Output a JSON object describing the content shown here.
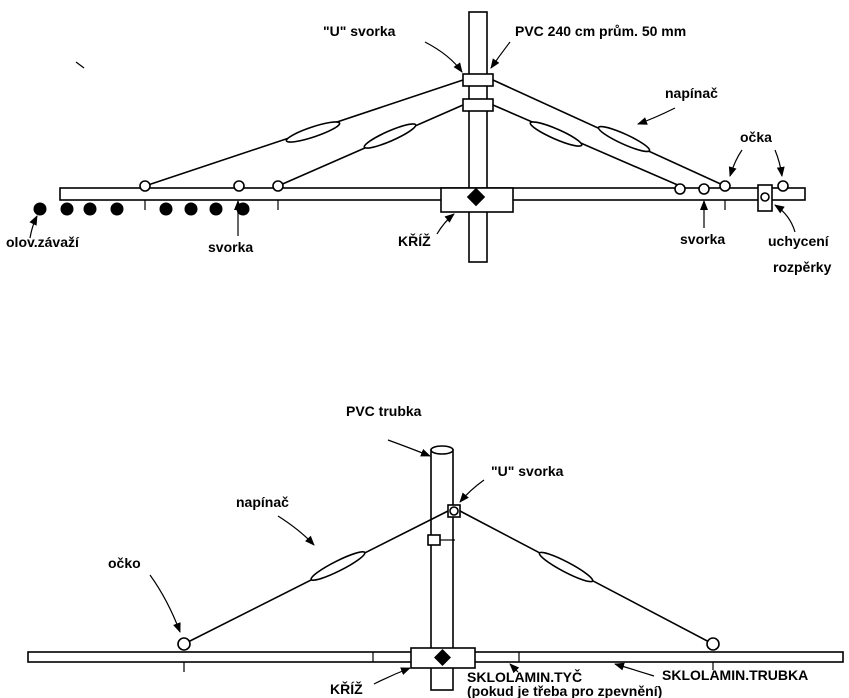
{
  "top": {
    "label_u_clamp": "\"U\" svorka",
    "label_pvc": "PVC 240 cm prům. 50 mm",
    "label_tensioner": "napínač",
    "label_eyelets": "očka",
    "label_lead_weights": "olov.závaží",
    "label_clamp_left": "svorka",
    "label_cross": "KŘÍŽ",
    "label_clamp_right": "svorka",
    "label_spreader_line1": "uchycení",
    "label_spreader_line2": "rozpěrky"
  },
  "bottom": {
    "label_pvc_tube": "PVC trubka",
    "label_u_clamp": "\"U\" svorka",
    "label_tensioner": "napínač",
    "label_eyelet": "očko",
    "label_cross": "KŘÍŽ",
    "label_rod_line1": "SKLOLAMIN.TYČ",
    "label_rod_line2": "(pokud je třeba pro zpevnění)",
    "label_tube": "SKLOLAMIN.TRUBKA"
  }
}
